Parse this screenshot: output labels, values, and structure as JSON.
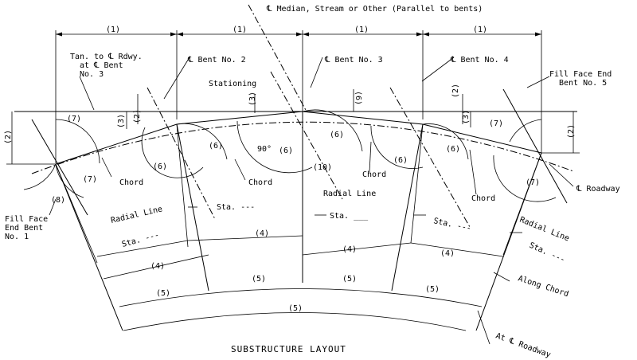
{
  "title": "SUBSTRUCTURE LAYOUT",
  "labels": {
    "median": "℄ Median, Stream or Other (Parallel to bents)",
    "tan_line1": "Tan. to ℄ Rdwy.",
    "tan_line2": "at ℄ Bent",
    "tan_line3": "No. 3",
    "bent2": "℄ Bent No. 2",
    "bent3": "℄ Bent No. 3",
    "bent4": "℄ Bent No. 4",
    "fill_end5_line1": "Fill Face End",
    "fill_end5_line2": "Bent No. 5",
    "stationing": "Stationing",
    "fill_end1_line1": "Fill Face",
    "fill_end1_line2": "End Bent",
    "fill_end1_line3": "No. 1",
    "chord": "Chord",
    "radial_line": "Radial Line",
    "sta": "Sta. ___",
    "sta_dash": "Sta. ---",
    "roadway": "℄ Roadway",
    "along_chord": "Along Chord",
    "at_roadway": "At ℄ Roadway",
    "angle_90": "90°"
  },
  "callouts": {
    "c1": "(1)",
    "c2": "(2)",
    "c3": "(3)",
    "c4": "(4)",
    "c5": "(5)",
    "c6": "(6)",
    "c7": "(7)",
    "c8": "(8)",
    "c10": "(10)"
  }
}
